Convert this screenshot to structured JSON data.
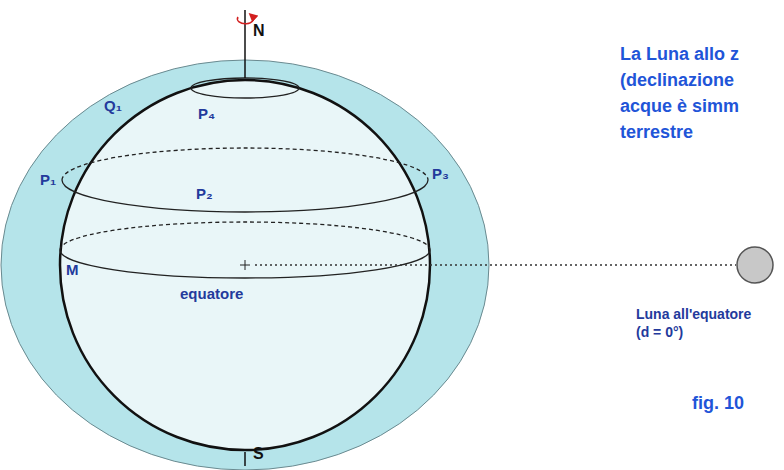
{
  "diagram": {
    "labels": [
      "N",
      "S",
      "Q₁",
      "P₄",
      "P₁",
      "P₃",
      "P₂",
      "M",
      "equatore",
      "La Luna allo z",
      "(declinazione",
      "acque è simm",
      "terrestre",
      "Luna all'equatore",
      "(d = 0°)",
      "fig. 10"
    ]
  }
}
